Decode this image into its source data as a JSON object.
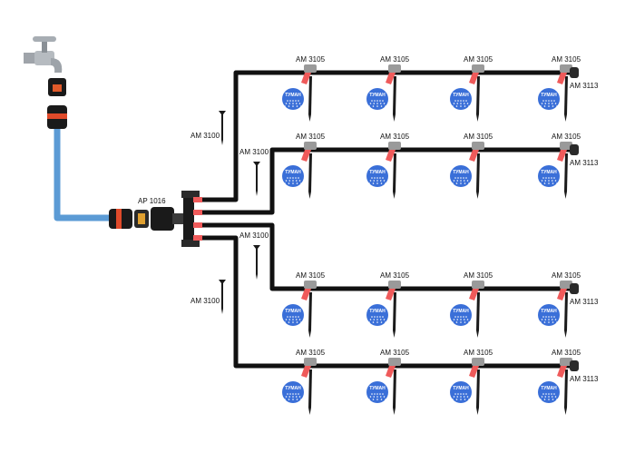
{
  "colors": {
    "hose": "#5b9bd5",
    "tube": "#111111",
    "accent": "#ef5a5a",
    "connector_grey": "#9a9a9a",
    "badge_blue": "#3a6fd8"
  },
  "source": {
    "name": "water-tap-icon"
  },
  "adapter_label": "AP 1016",
  "stake_label": "AM 3100",
  "sprayer_label": "AM 3105",
  "end_plug_label": "AM 3113",
  "badge_text": "ТУМАН",
  "rows": [
    {
      "sprayers": 4
    },
    {
      "sprayers": 4
    },
    {
      "sprayers": 4
    },
    {
      "sprayers": 4
    }
  ]
}
